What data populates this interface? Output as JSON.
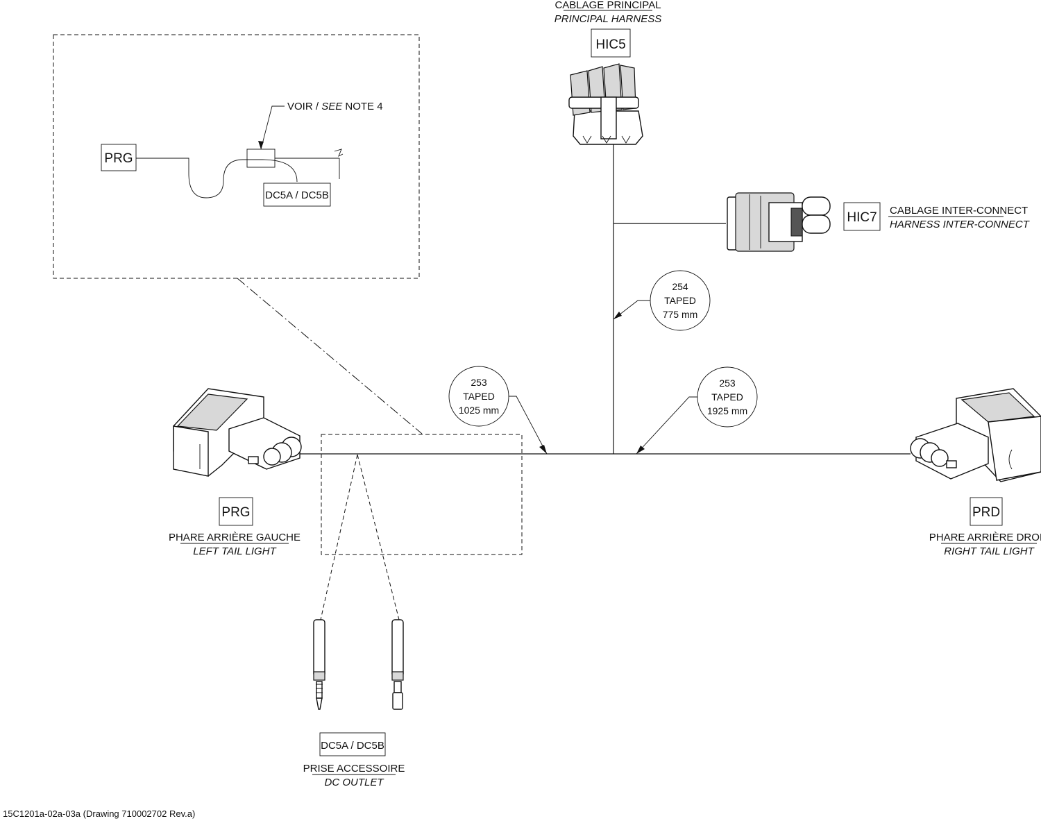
{
  "labels": {
    "hic5": {
      "ref": "HIC5",
      "fr": "CABLAGE PRINCIPAL",
      "en": "PRINCIPAL HARNESS"
    },
    "hic7": {
      "ref": "HIC7",
      "fr": "CABLAGE INTER-CONNECT",
      "en": "HARNESS INTER-CONNECT"
    },
    "prg": {
      "ref": "PRG",
      "fr": "PHARE ARRIÈRE GAUCHE",
      "en": "LEFT TAIL LIGHT"
    },
    "prd": {
      "ref": "PRD",
      "fr": "PHARE ARRIÈRE DROIT",
      "en": "RIGHT TAIL LIGHT"
    },
    "dc5": {
      "ref": "DC5A / DC5B",
      "fr": "PRISE ACCESSOIRE",
      "en": "DC OUTLET"
    }
  },
  "detail": {
    "prg_ref": "PRG",
    "dc5_ref": "DC5A / DC5B",
    "note_prefix": "VOIR / ",
    "note_italic": "SEE",
    "note_suffix": " NOTE 4"
  },
  "callouts": [
    {
      "line1": "254",
      "line2": "TAPED",
      "line3": "775 mm"
    },
    {
      "line1": "253",
      "line2": "TAPED",
      "line3": "1025 mm"
    },
    {
      "line1": "253",
      "line2": "TAPED",
      "line3": "1925 mm"
    }
  ],
  "footer": "15C1201a-02a-03a (Drawing 710002702 Rev.a)"
}
